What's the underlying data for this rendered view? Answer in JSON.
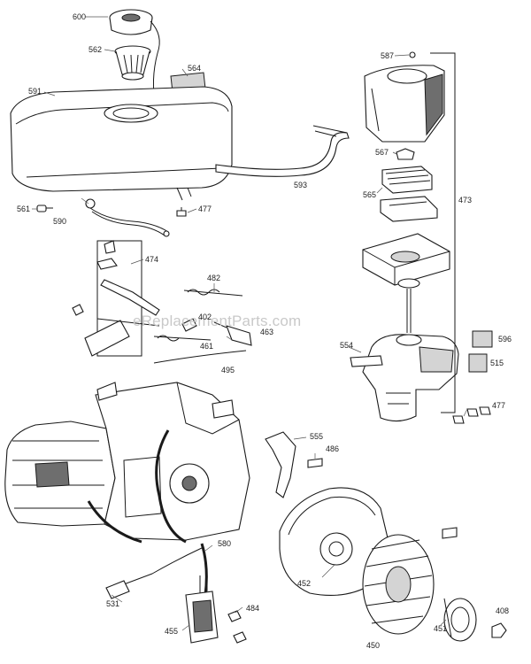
{
  "watermark": "eReplacementParts.com",
  "callouts": {
    "c600": "600",
    "c562": "562",
    "c564": "564",
    "c591": "591",
    "c561": "561",
    "c590": "590",
    "c477a": "477",
    "c593": "593",
    "c587": "587",
    "c567": "567",
    "c565": "565",
    "c473": "473",
    "c474": "474",
    "c482": "482",
    "c402": "402",
    "c463": "463",
    "c461": "461",
    "c495": "495",
    "c554": "554",
    "c596": "596",
    "c515": "515",
    "c477b": "477",
    "c555": "555",
    "c486": "486",
    "c580": "580",
    "c452": "452",
    "c531": "531",
    "c455": "455",
    "c484": "484",
    "c450": "450",
    "c451": "451",
    "c408": "408"
  }
}
